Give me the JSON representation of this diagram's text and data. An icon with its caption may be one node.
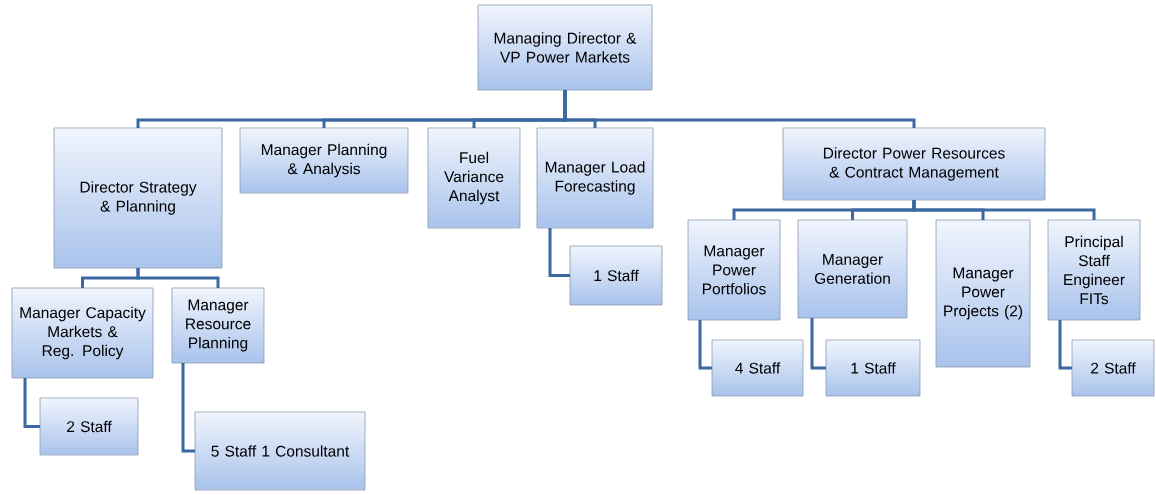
{
  "diagram": {
    "nodes": [
      {
        "text": [
          "Managing Director & VP Power Markets"
        ]
      },
      {
        "text": [
          "Director Strategy & Planning"
        ]
      },
      {
        "text": [
          "Manager Planning & Analysis"
        ]
      },
      {
        "text": [
          "Fuel Variance Analyst"
        ]
      },
      {
        "text": [
          "Manager Load Forecasting"
        ]
      },
      {
        "text": [
          "Director Power Resources & Contract Management"
        ]
      },
      {
        "text": [
          "Manager Capacity Markets & Reg. Policy"
        ]
      },
      {
        "text": [
          "Manager Resource Planning"
        ]
      },
      {
        "text": [
          "2 Staff"
        ]
      },
      {
        "text": [
          "5 Staff 1 Consultant"
        ]
      },
      {
        "text": [
          "1 Staff"
        ]
      },
      {
        "text": [
          "Manager Power Portfolios"
        ]
      },
      {
        "text": [
          "Manager Generation"
        ]
      },
      {
        "text": [
          "Manager Power Projects (2)"
        ]
      },
      {
        "text": [
          "Principal Staff Engineer FITs"
        ]
      },
      {
        "text": [
          "4 Staff"
        ]
      },
      {
        "text": [
          "1 Staff"
        ]
      },
      {
        "text": [
          "2 Staff"
        ]
      }
    ],
    "edges": [
      {
        "from": 0,
        "to": 1,
        "arrow": "none"
      },
      {
        "from": 0,
        "to": 2,
        "arrow": "none"
      },
      {
        "from": 0,
        "to": 3,
        "arrow": "none"
      },
      {
        "from": 0,
        "to": 4,
        "arrow": "none"
      },
      {
        "from": 0,
        "to": 5,
        "arrow": "none"
      },
      {
        "from": 1,
        "to": 6,
        "arrow": "none"
      },
      {
        "from": 1,
        "to": 7,
        "arrow": "none"
      },
      {
        "from": 6,
        "to": 8,
        "arrow": "none"
      },
      {
        "from": 7,
        "to": 9,
        "arrow": "none"
      },
      {
        "from": 4,
        "to": 10,
        "arrow": "none"
      },
      {
        "from": 5,
        "to": 11,
        "arrow": "none"
      },
      {
        "from": 5,
        "to": 12,
        "arrow": "none"
      },
      {
        "from": 5,
        "to": 13,
        "arrow": "none"
      },
      {
        "from": 5,
        "to": 14,
        "arrow": "none"
      },
      {
        "from": 11,
        "to": 15,
        "arrow": "none"
      },
      {
        "from": 12,
        "to": 16,
        "arrow": "none"
      },
      {
        "from": 14,
        "to": 17,
        "arrow": "none"
      }
    ]
  }
}
